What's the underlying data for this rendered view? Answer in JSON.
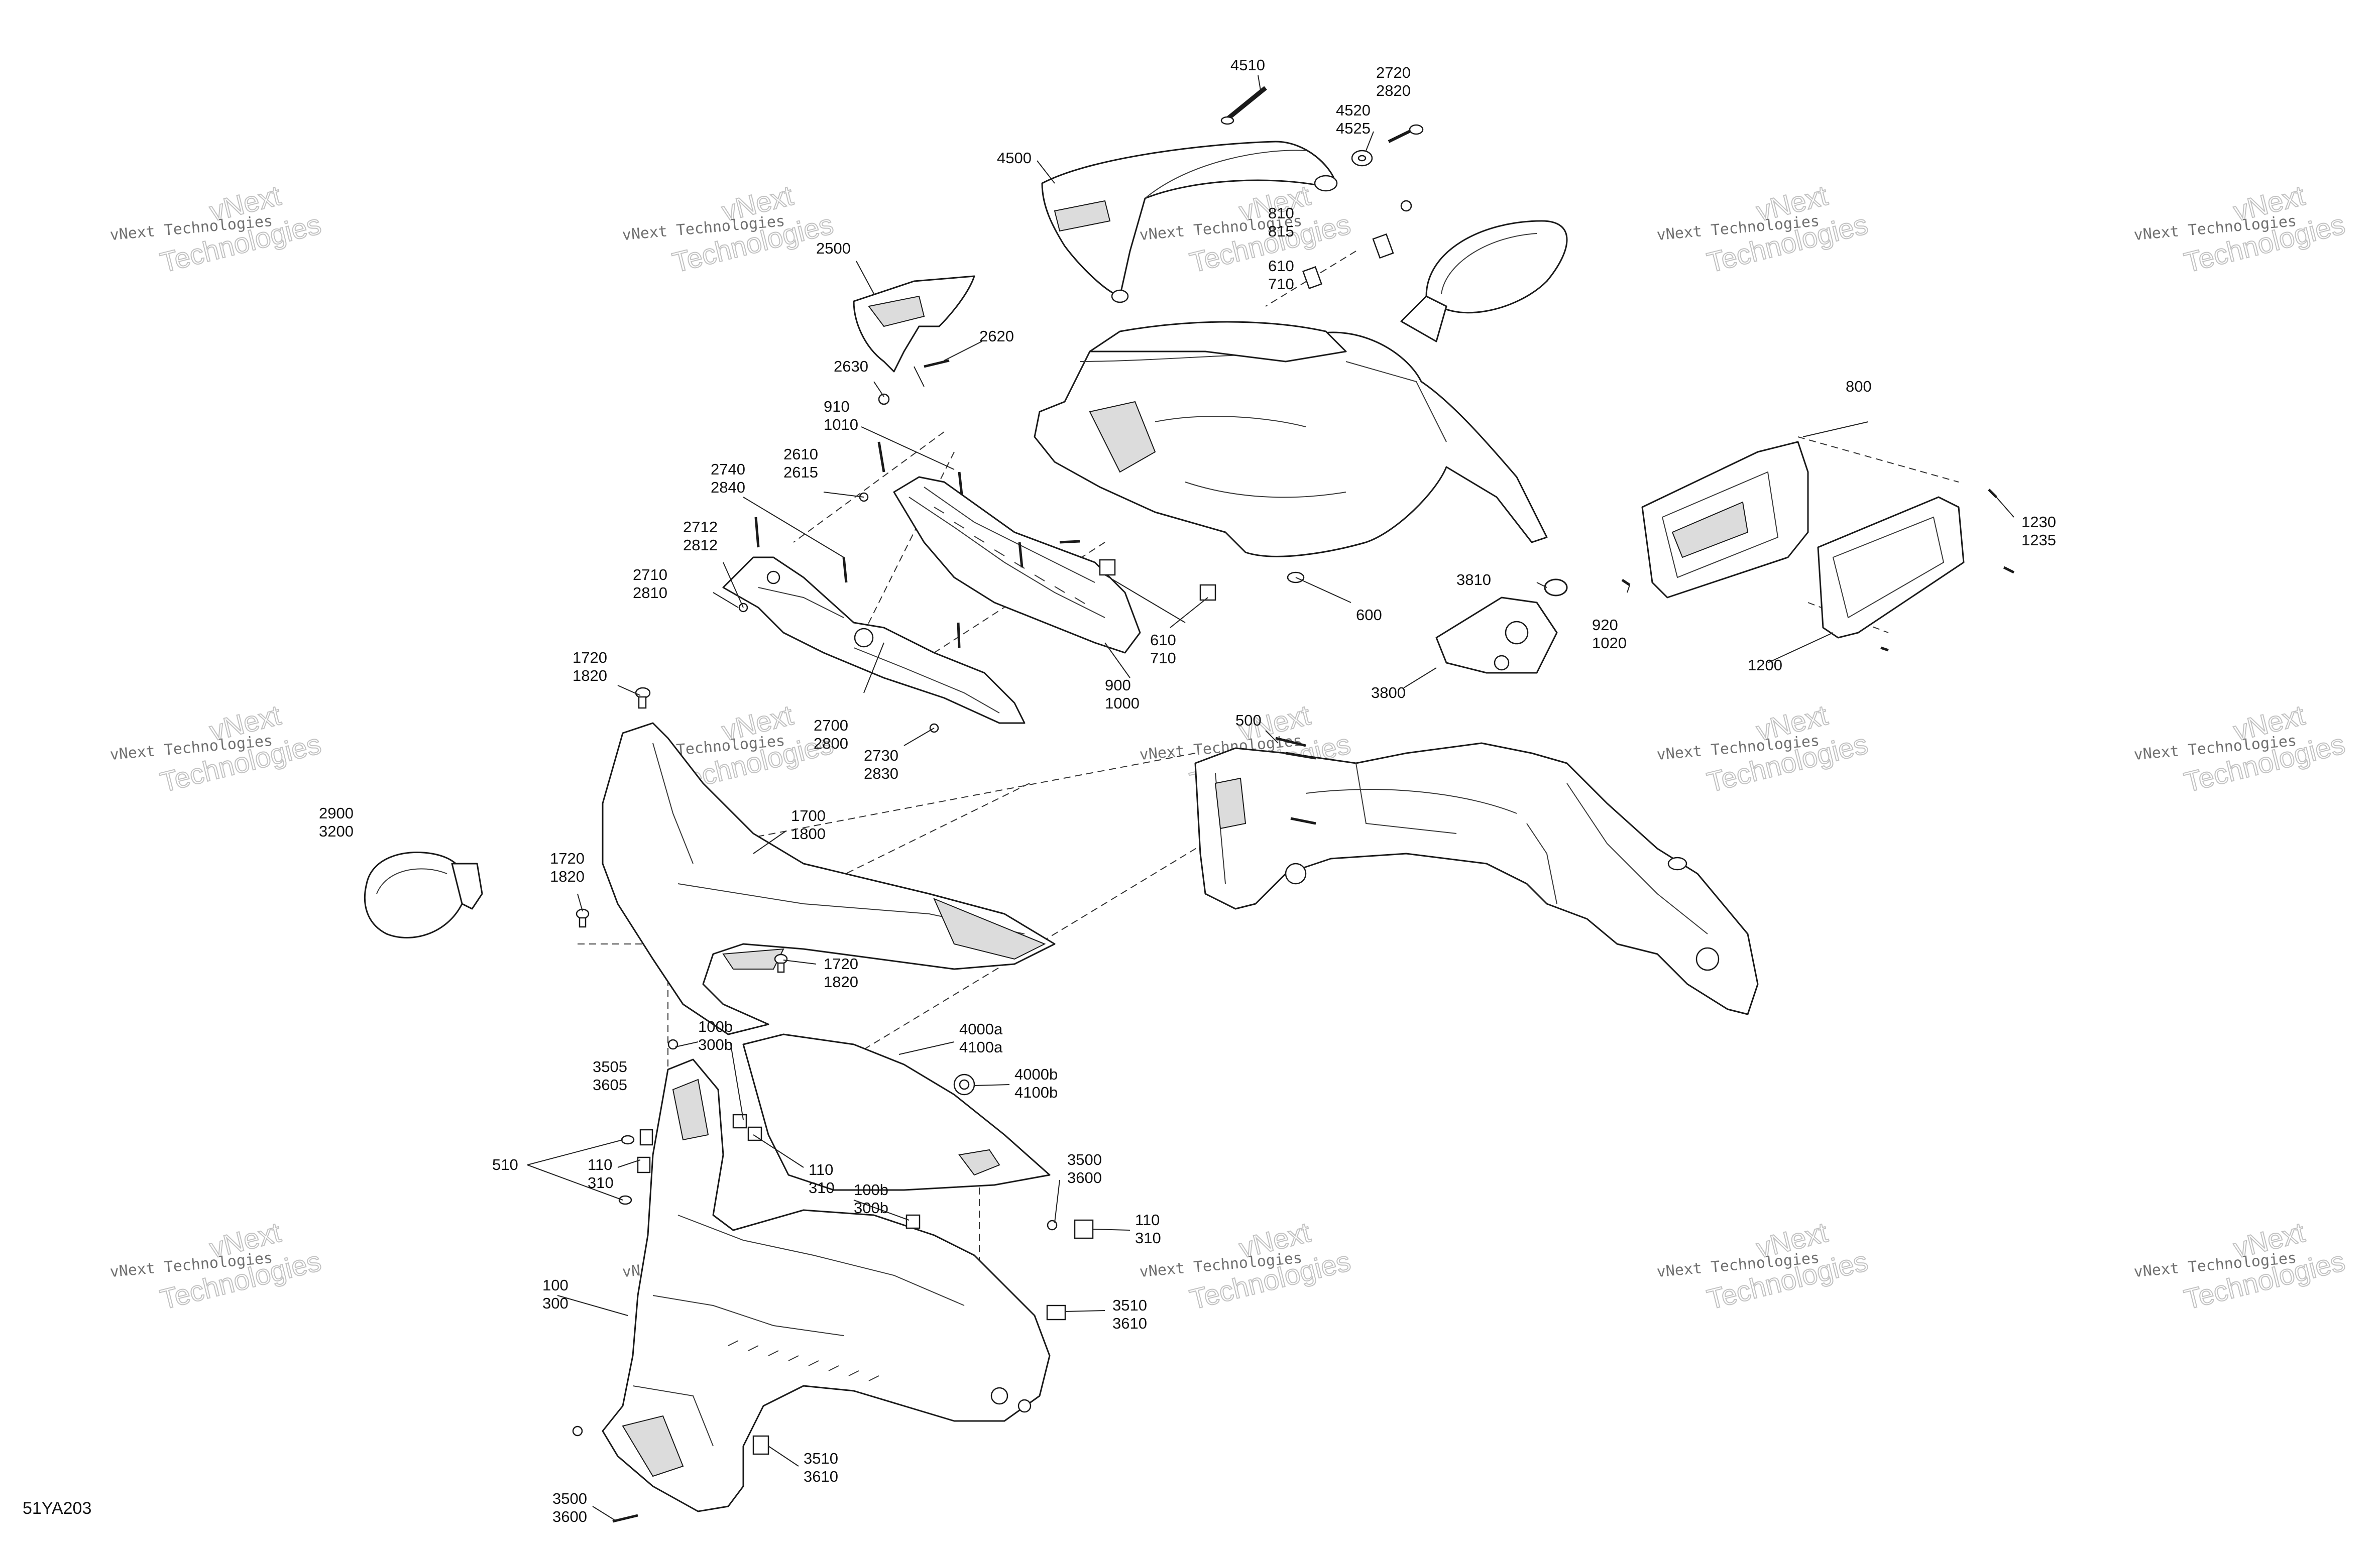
{
  "diagram_code": "51YA203",
  "watermark": {
    "line1": "vNext Technologies",
    "big1": "vNext",
    "big2": "Technologies"
  },
  "callouts": [
    {
      "id": "c4510",
      "lines": [
        "4510"
      ]
    },
    {
      "id": "c2720",
      "lines": [
        "2720",
        "2820"
      ]
    },
    {
      "id": "c4520",
      "lines": [
        "4520",
        "4525"
      ]
    },
    {
      "id": "c4500",
      "lines": [
        "4500"
      ]
    },
    {
      "id": "c810",
      "lines": [
        "810",
        "815"
      ]
    },
    {
      "id": "c610a",
      "lines": [
        "610",
        "710"
      ]
    },
    {
      "id": "c2500",
      "lines": [
        "2500"
      ]
    },
    {
      "id": "c2620",
      "lines": [
        "2620"
      ]
    },
    {
      "id": "c2630",
      "lines": [
        "2630"
      ]
    },
    {
      "id": "c910",
      "lines": [
        "910",
        "1010"
      ]
    },
    {
      "id": "c2610",
      "lines": [
        "2610",
        "2615"
      ]
    },
    {
      "id": "c2740",
      "lines": [
        "2740",
        "2840"
      ]
    },
    {
      "id": "c2712",
      "lines": [
        "2712",
        "2812"
      ]
    },
    {
      "id": "c2710",
      "lines": [
        "2710",
        "2810"
      ]
    },
    {
      "id": "c610b",
      "lines": [
        "610",
        "710"
      ]
    },
    {
      "id": "c600",
      "lines": [
        "600"
      ]
    },
    {
      "id": "c900",
      "lines": [
        "900",
        "1000"
      ]
    },
    {
      "id": "c2700",
      "lines": [
        "2700",
        "2800"
      ]
    },
    {
      "id": "c2730",
      "lines": [
        "2730",
        "2830"
      ]
    },
    {
      "id": "c800",
      "lines": [
        "800"
      ]
    },
    {
      "id": "c1230",
      "lines": [
        "1230",
        "1235"
      ]
    },
    {
      "id": "c3810",
      "lines": [
        "3810"
      ]
    },
    {
      "id": "c920",
      "lines": [
        "920",
        "1020"
      ]
    },
    {
      "id": "c1200",
      "lines": [
        "1200"
      ]
    },
    {
      "id": "c3800",
      "lines": [
        "3800"
      ]
    },
    {
      "id": "c1720a",
      "lines": [
        "1720",
        "1820"
      ]
    },
    {
      "id": "c500",
      "lines": [
        "500"
      ]
    },
    {
      "id": "c2900",
      "lines": [
        "2900",
        "3200"
      ]
    },
    {
      "id": "c1720b",
      "lines": [
        "1720",
        "1820"
      ]
    },
    {
      "id": "c1700",
      "lines": [
        "1700",
        "1800"
      ]
    },
    {
      "id": "c1720c",
      "lines": [
        "1720",
        "1820"
      ]
    },
    {
      "id": "c100b",
      "lines": [
        "100b",
        "300b"
      ]
    },
    {
      "id": "c4000a",
      "lines": [
        "4000a",
        "4100a"
      ]
    },
    {
      "id": "c4000b",
      "lines": [
        "4000b",
        "4100b"
      ]
    },
    {
      "id": "c3505",
      "lines": [
        "3505",
        "3605"
      ]
    },
    {
      "id": "c510",
      "lines": [
        "510"
      ]
    },
    {
      "id": "c110a",
      "lines": [
        "110",
        "310"
      ]
    },
    {
      "id": "c110b",
      "lines": [
        "110",
        "310"
      ]
    },
    {
      "id": "c100b2",
      "lines": [
        "100b",
        "300b"
      ]
    },
    {
      "id": "c3500a",
      "lines": [
        "3500",
        "3600"
      ]
    },
    {
      "id": "c110c",
      "lines": [
        "110",
        "310"
      ]
    },
    {
      "id": "c100",
      "lines": [
        "100",
        "300"
      ]
    },
    {
      "id": "c3510a",
      "lines": [
        "3510",
        "3610"
      ]
    },
    {
      "id": "c3510b",
      "lines": [
        "3510",
        "3610"
      ]
    },
    {
      "id": "c3500b",
      "lines": [
        "3500",
        "3600"
      ]
    }
  ]
}
